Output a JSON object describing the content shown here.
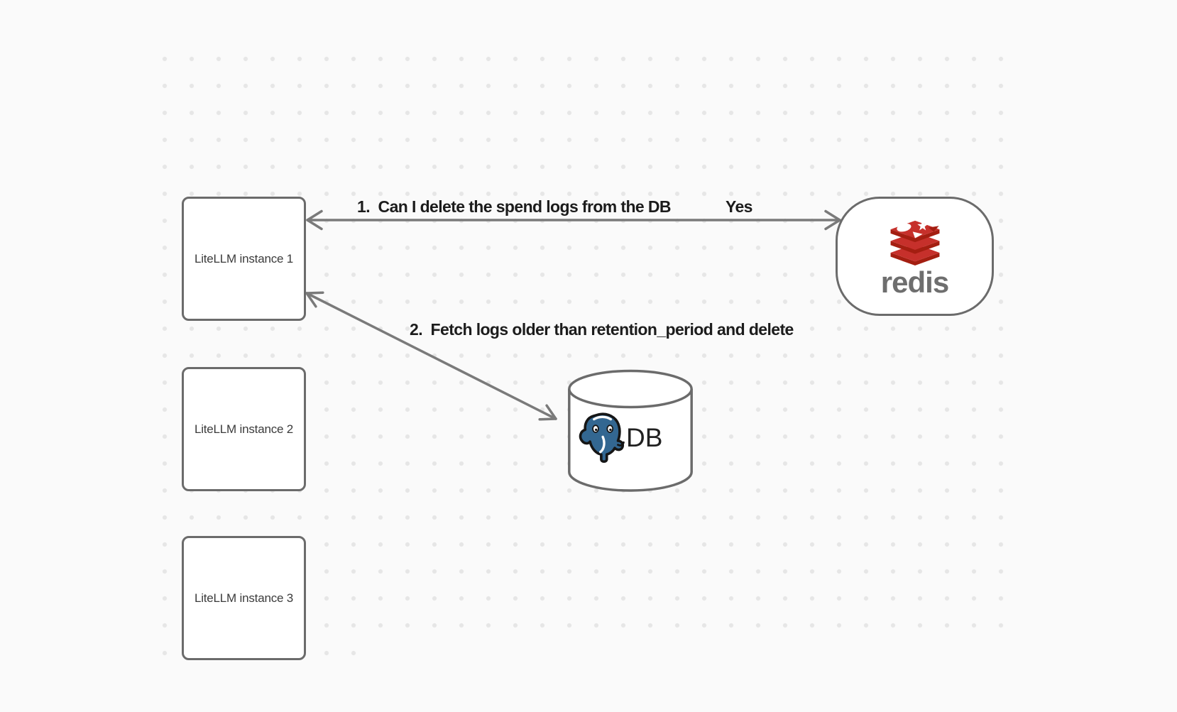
{
  "colors": {
    "background": "#fafafa",
    "dot": "#e6e6e6",
    "node_border": "#6b6b6b",
    "node_fill": "#ffffff",
    "arrow": "#7a7a7a",
    "label_text": "#1c1c1c",
    "node_label_text": "#3b3b3b",
    "redis_red": "#c6302b",
    "redis_dark_red": "#a41e11",
    "redis_wordmark": "#6e6e6e",
    "postgres_blue": "#336791",
    "db_text": "#212121"
  },
  "nodes": {
    "instances": [
      {
        "label": "LiteLLM instance 1"
      },
      {
        "label": "LiteLLM instance 2"
      },
      {
        "label": "LiteLLM instance 3"
      }
    ],
    "redis": {
      "wordmark": "redis",
      "icon": "redis-logo"
    },
    "db": {
      "label": "DB",
      "icon": "postgresql-elephant-logo",
      "shape": "database-cylinder"
    }
  },
  "arrows": {
    "step1": {
      "question": "1.  Can I delete the spend logs from the DB",
      "answer": "Yes",
      "between": "LiteLLM instance 1 and redis",
      "style": "double-headed"
    },
    "step2": {
      "label": "2.  Fetch logs older than retention_period and delete",
      "between": "LiteLLM instance 1 and DB",
      "style": "double-headed"
    }
  }
}
